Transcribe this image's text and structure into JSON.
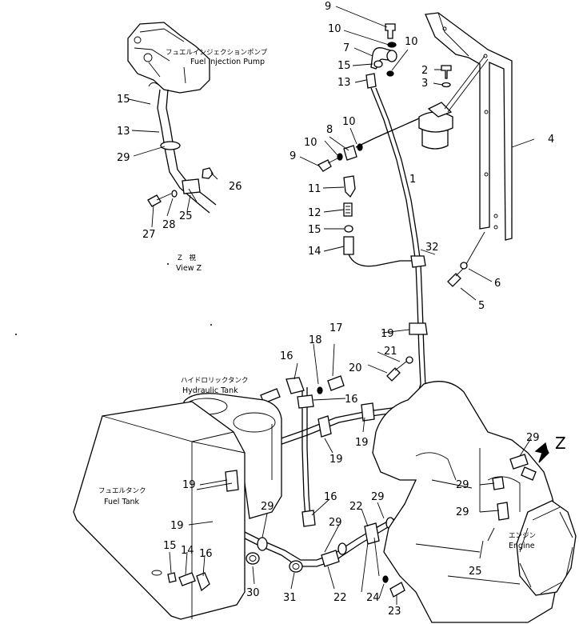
{
  "callouts": {
    "n1": "1",
    "n2": "2",
    "n3": "3",
    "n4": "4",
    "n5": "5",
    "n6": "6",
    "n7": "7",
    "n8": "8",
    "n9a": "9",
    "n9b": "9",
    "n10a": "10",
    "n10b": "10",
    "n10c": "10",
    "n10d": "10",
    "n11": "11",
    "n12": "12",
    "n13a": "13",
    "n13b": "13",
    "n14a": "14",
    "n14b": "14",
    "n15a": "15",
    "n15b": "15",
    "n15c": "15",
    "n15d": "15",
    "n16a": "16",
    "n16b": "16",
    "n16c": "16",
    "n16d": "16",
    "n17": "17",
    "n18": "18",
    "n19a": "19",
    "n19b": "19",
    "n19c": "19",
    "n19d": "19",
    "n19e": "19",
    "n20": "20",
    "n21": "21",
    "n22a": "22",
    "n22b": "22",
    "n23": "23",
    "n24": "24",
    "n25a": "25",
    "n25b": "25",
    "n26": "26",
    "n27": "27",
    "n28": "28",
    "n29a": "29",
    "n29b": "29",
    "n29c": "29",
    "n29d": "29",
    "n29e": "29",
    "n29f": "29",
    "n29g": "29",
    "n30": "30",
    "n31": "31",
    "n32": "32"
  },
  "labels": {
    "fuel_injection_pump_jp": "フュエルインジェクションポンプ",
    "fuel_injection_pump_en": "Fuel Injection Pump",
    "view_z_jp": "Z　視",
    "view_z_en": "View Z",
    "hydraulic_tank_jp": "ハイドロリックタンク",
    "hydraulic_tank_en": "Hydraulic Tank",
    "fuel_tank_jp": "フュエルタンク",
    "fuel_tank_en": "Fuel Tank",
    "engine_jp": "エンジン",
    "engine_en": "Engine",
    "z_marker": "Z"
  }
}
